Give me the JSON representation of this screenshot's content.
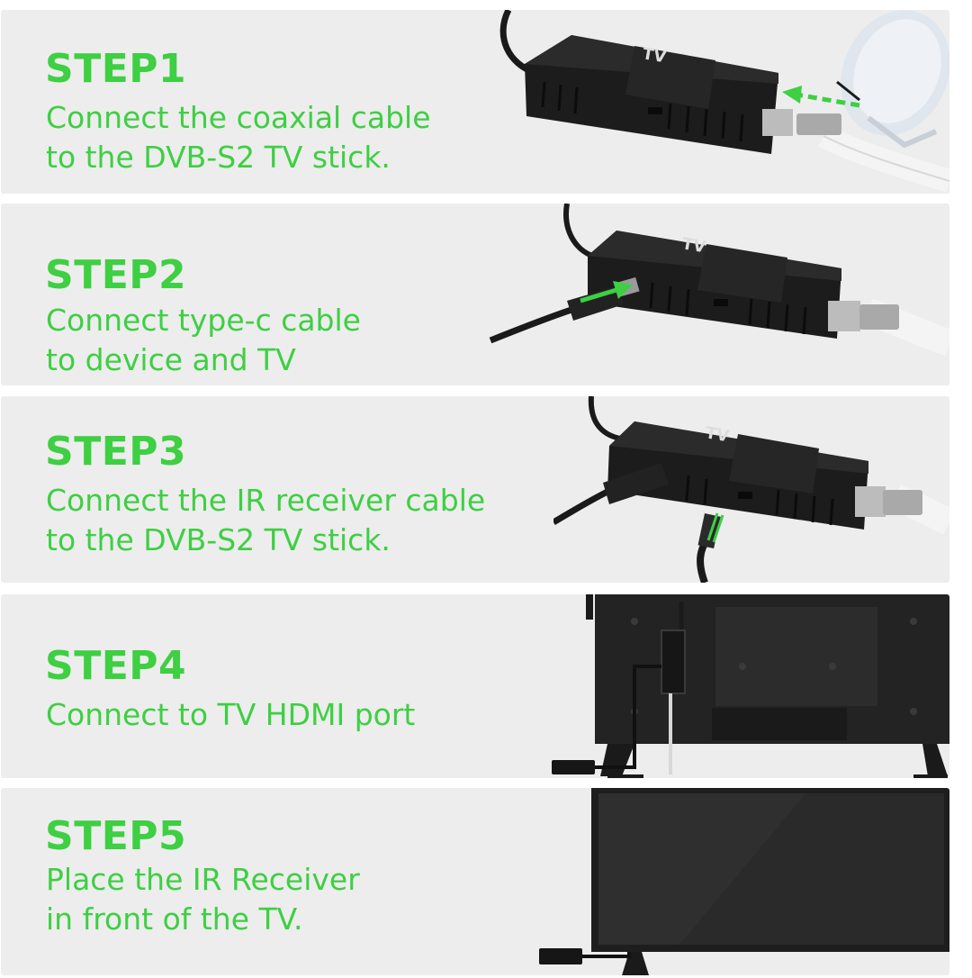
{
  "steps": [
    {
      "title": "STEP1",
      "description": "Connect the coaxial cable\nto the DVB-S2 TV stick."
    },
    {
      "title": "STEP2",
      "description": "Connect type-c cable\nto device and TV"
    },
    {
      "title": "STEP3",
      "description": "Connect the IR receiver cable\nto the DVB-S2 TV stick."
    },
    {
      "title": "STEP4",
      "description": "Connect to TV HDMI port"
    },
    {
      "title": "STEP5",
      "description": "Place the IR Receiver\nin front of the TV."
    }
  ],
  "device_label": "TV",
  "colors": {
    "accent_green": "#3ecf43",
    "panel_background": "#ededed",
    "device_body": "#1c1c1c",
    "cable_white": "#f2f2f2"
  },
  "icons": [
    "satellite-dish-icon",
    "tv-stick-icon",
    "coaxial-connector-icon",
    "type-c-cable-icon",
    "ir-receiver-icon",
    "television-icon",
    "arrow-icon"
  ]
}
